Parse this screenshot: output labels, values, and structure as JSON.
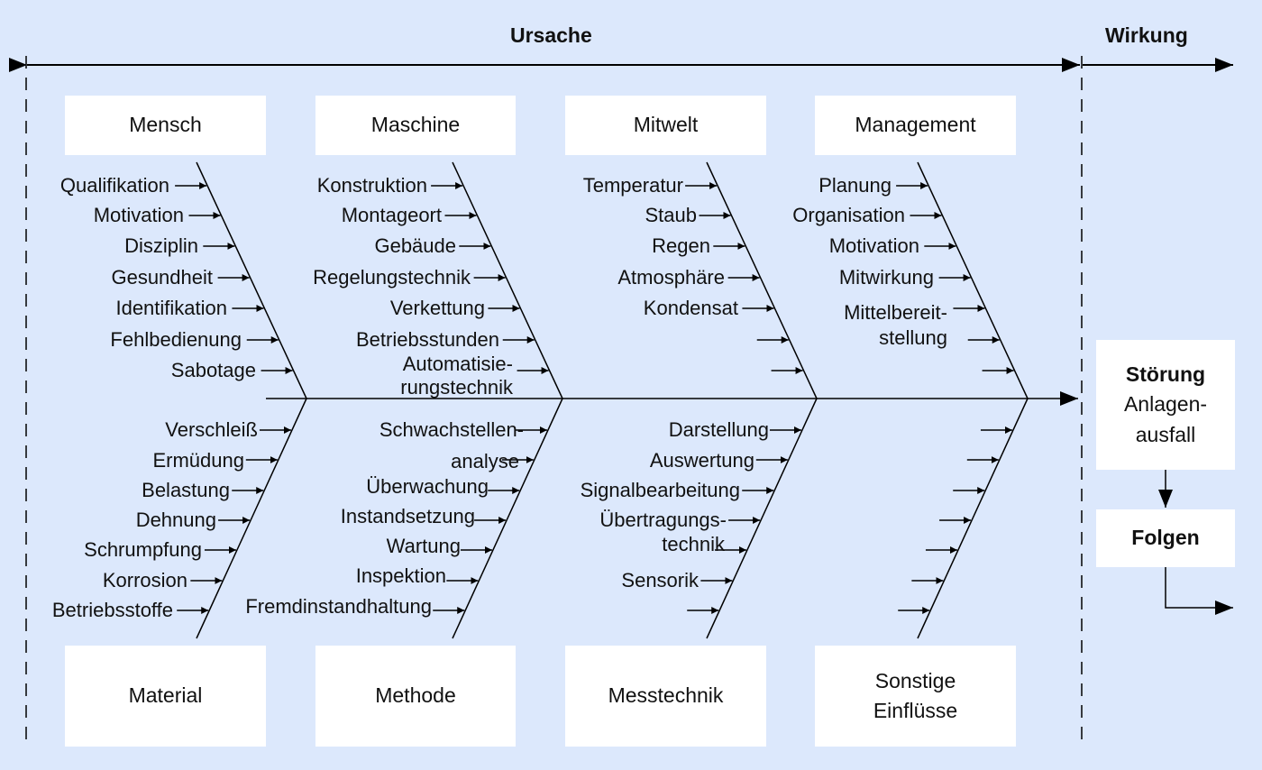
{
  "header": {
    "cause_label": "Ursache",
    "effect_label": "Wirkung"
  },
  "top_categories": [
    "Mensch",
    "Maschine",
    "Mitwelt",
    "Management"
  ],
  "bottom_categories": [
    "Material",
    "Methode",
    "Messtechnik",
    "Sonstige Einflüsse"
  ],
  "bottom_last_line1": "Sonstige",
  "bottom_last_line2": "Einflüsse",
  "causes": {
    "mensch": [
      "Qualifikation",
      "Motivation",
      "Disziplin",
      "Gesundheit",
      "Identifikation",
      "Fehlbedienung",
      "Sabotage"
    ],
    "maschine": [
      "Konstruktion",
      "Montageort",
      "Gebäude",
      "Regelungstechnik",
      "Verkettung",
      "Betriebsstunden",
      "Automatisie-",
      "rungstechnik"
    ],
    "mitwelt": [
      "Temperatur",
      "Staub",
      "Regen",
      "Atmosphäre",
      "Kondensat"
    ],
    "management": [
      "Planung",
      "Organisation",
      "Motivation",
      "Mitwirkung",
      "Mittelbereit-",
      "stellung"
    ],
    "material": [
      "Verschleiß",
      "Ermüdung",
      "Belastung",
      "Dehnung",
      "Schrumpfung",
      "Korrosion",
      "Betriebsstoffe"
    ],
    "methode": [
      "Schwachstellen-",
      "analyse",
      "Überwachung",
      "Instandsetzung",
      "Wartung",
      "Inspektion",
      "Fremdinstandhaltung"
    ],
    "messtechnik": [
      "Darstellung",
      "Auswertung",
      "Signalbearbeitung",
      "Übertragungs-",
      "technik",
      "Sensorik"
    ]
  },
  "effect": {
    "title": "Störung",
    "line1": "Anlagen-",
    "line2": "ausfall",
    "consequence": "Folgen"
  }
}
